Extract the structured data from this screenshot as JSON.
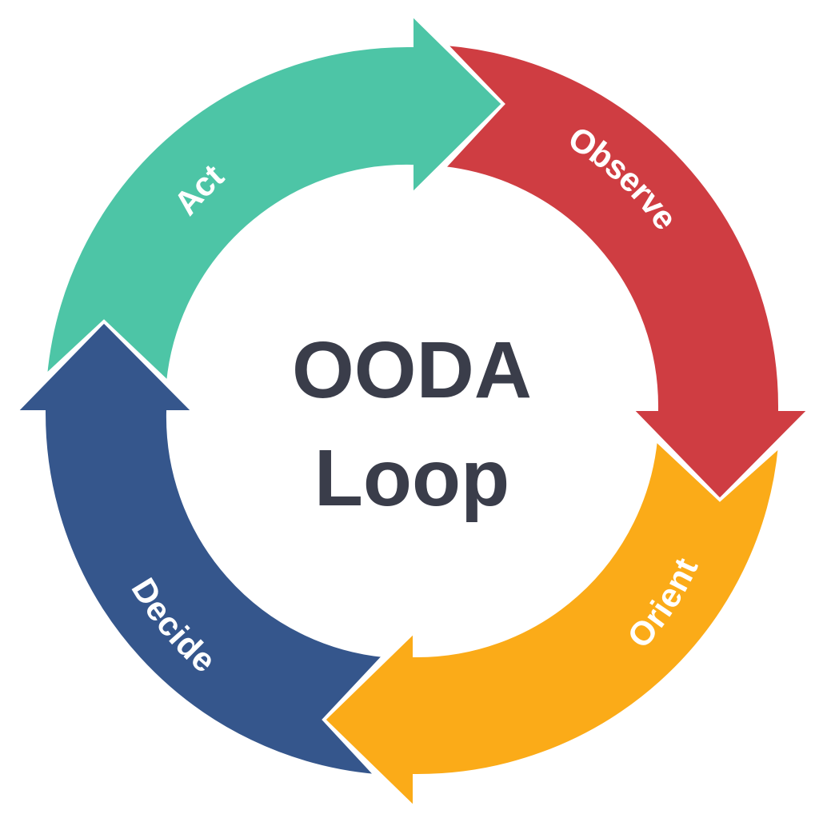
{
  "title": {
    "line1": "OODA",
    "line2": "Loop"
  },
  "segments": [
    {
      "id": "observe",
      "label": "Observe",
      "color": "#cf3d42"
    },
    {
      "id": "orient",
      "label": "Orient",
      "color": "#fbab18"
    },
    {
      "id": "decide",
      "label": "Decide",
      "color": "#35568c"
    },
    {
      "id": "act",
      "label": "Act",
      "color": "#4dc5a6"
    }
  ],
  "background": "#ffffff",
  "title_color": "#3a3d4a",
  "label_color": "#ffffff"
}
